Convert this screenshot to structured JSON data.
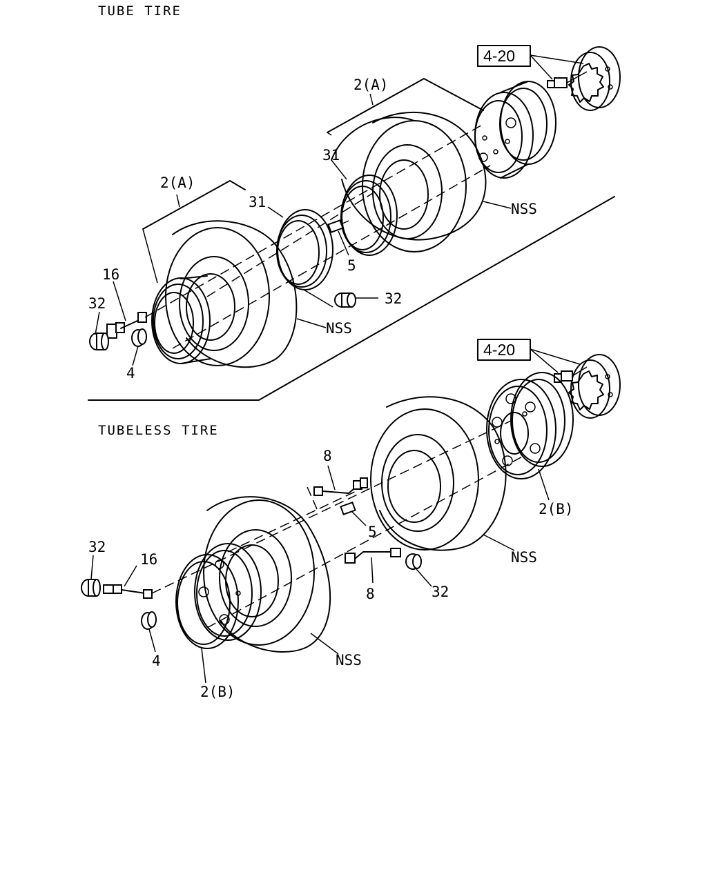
{
  "sections": {
    "tube_tire": "TUBE TIRE",
    "tubeless_tire": "TUBELESS TIRE"
  },
  "labels": {
    "ref_4_20": "4-20",
    "tire_2a": "2(A)",
    "tire_2b": "2(B)",
    "flap_31": "31",
    "valve_5": "5",
    "cap_32": "32",
    "bolt_16": "16",
    "nut_4": "4",
    "ext_8": "8",
    "nss": "NSS"
  }
}
